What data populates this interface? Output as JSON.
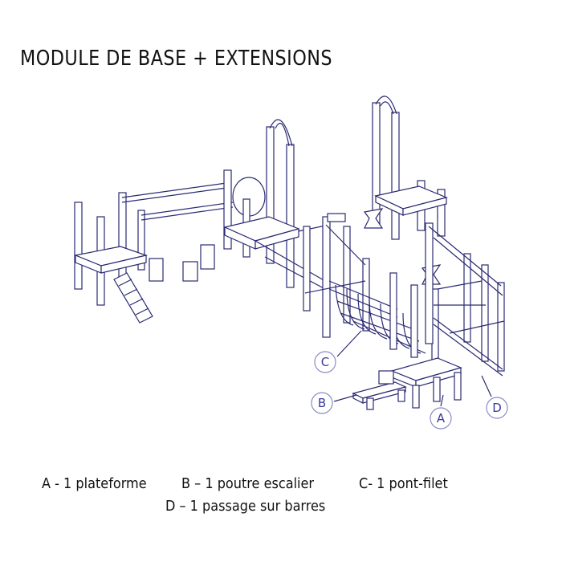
{
  "title": "MODULE DE BASE + EXTENSIONS",
  "callouts": {
    "a": "A",
    "b": "B",
    "c": "C",
    "d": "D"
  },
  "legend": {
    "a": "A - 1 plateforme",
    "b": "B – 1 poutre escalier",
    "c": "C- 1 pont-filet",
    "d": "D – 1 passage sur barres"
  },
  "colors": {
    "line": "#2a2a72",
    "callout": "#3a3a9a"
  }
}
